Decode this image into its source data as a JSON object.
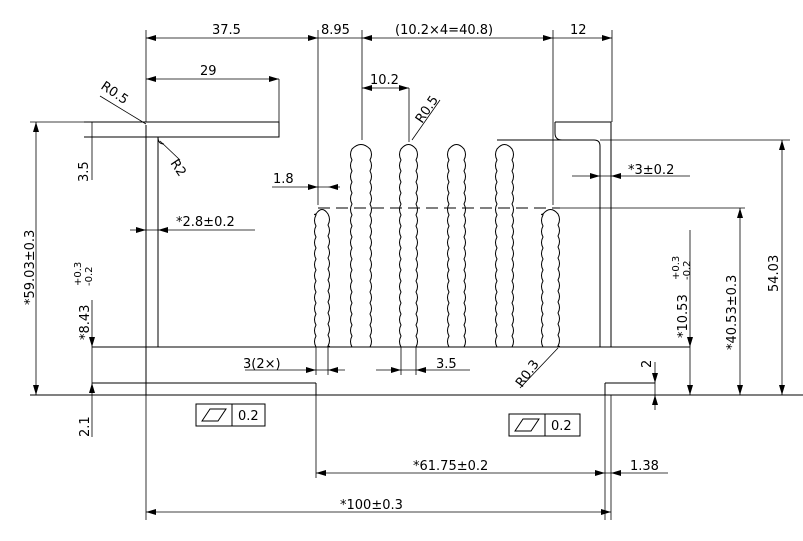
{
  "dimensions": {
    "top_left_width": "37.5",
    "fin_gap": "8.95",
    "fin_pitch_total": "(10.2×4=40.8)",
    "right_width": "12",
    "top_bar_length": "29",
    "fin_pitch": "10.2",
    "radius_outer": "R0.5",
    "radius_fin": "R0.5",
    "radius_corner": "R2",
    "bar_thickness": "3.5",
    "fin_tip": "1.8",
    "wall_thickness": "*2.8±0.2",
    "right_thickness": "*3±0.2",
    "overall_height": "*59.03±0.3",
    "lower_height_base": "*8.43",
    "lower_height_tol_plus": "+0.3",
    "lower_height_tol_minus": "-0.2",
    "right_small_base": "*10.53",
    "right_small_tol_plus": "+0.3",
    "right_small_tol_minus": "-0.2",
    "fin_height": "*40.53±0.3",
    "total_height": "54.03",
    "fin_width_2x": "3(2×)",
    "fin_width": "3.5",
    "radius_root": "R0.3",
    "base_step": "2",
    "base_thickness": "2.1",
    "flatness_value_left": "0.2",
    "flatness_value_right": "0.2",
    "base_span": "*61.75±0.2",
    "base_offset": "1.38",
    "overall_width": "*100±0.3"
  },
  "icons": {
    "flatness_left": "flatness-symbol-icon",
    "flatness_right": "flatness-symbol-icon"
  },
  "colors": {
    "line": "#000000",
    "background": "#ffffff"
  }
}
